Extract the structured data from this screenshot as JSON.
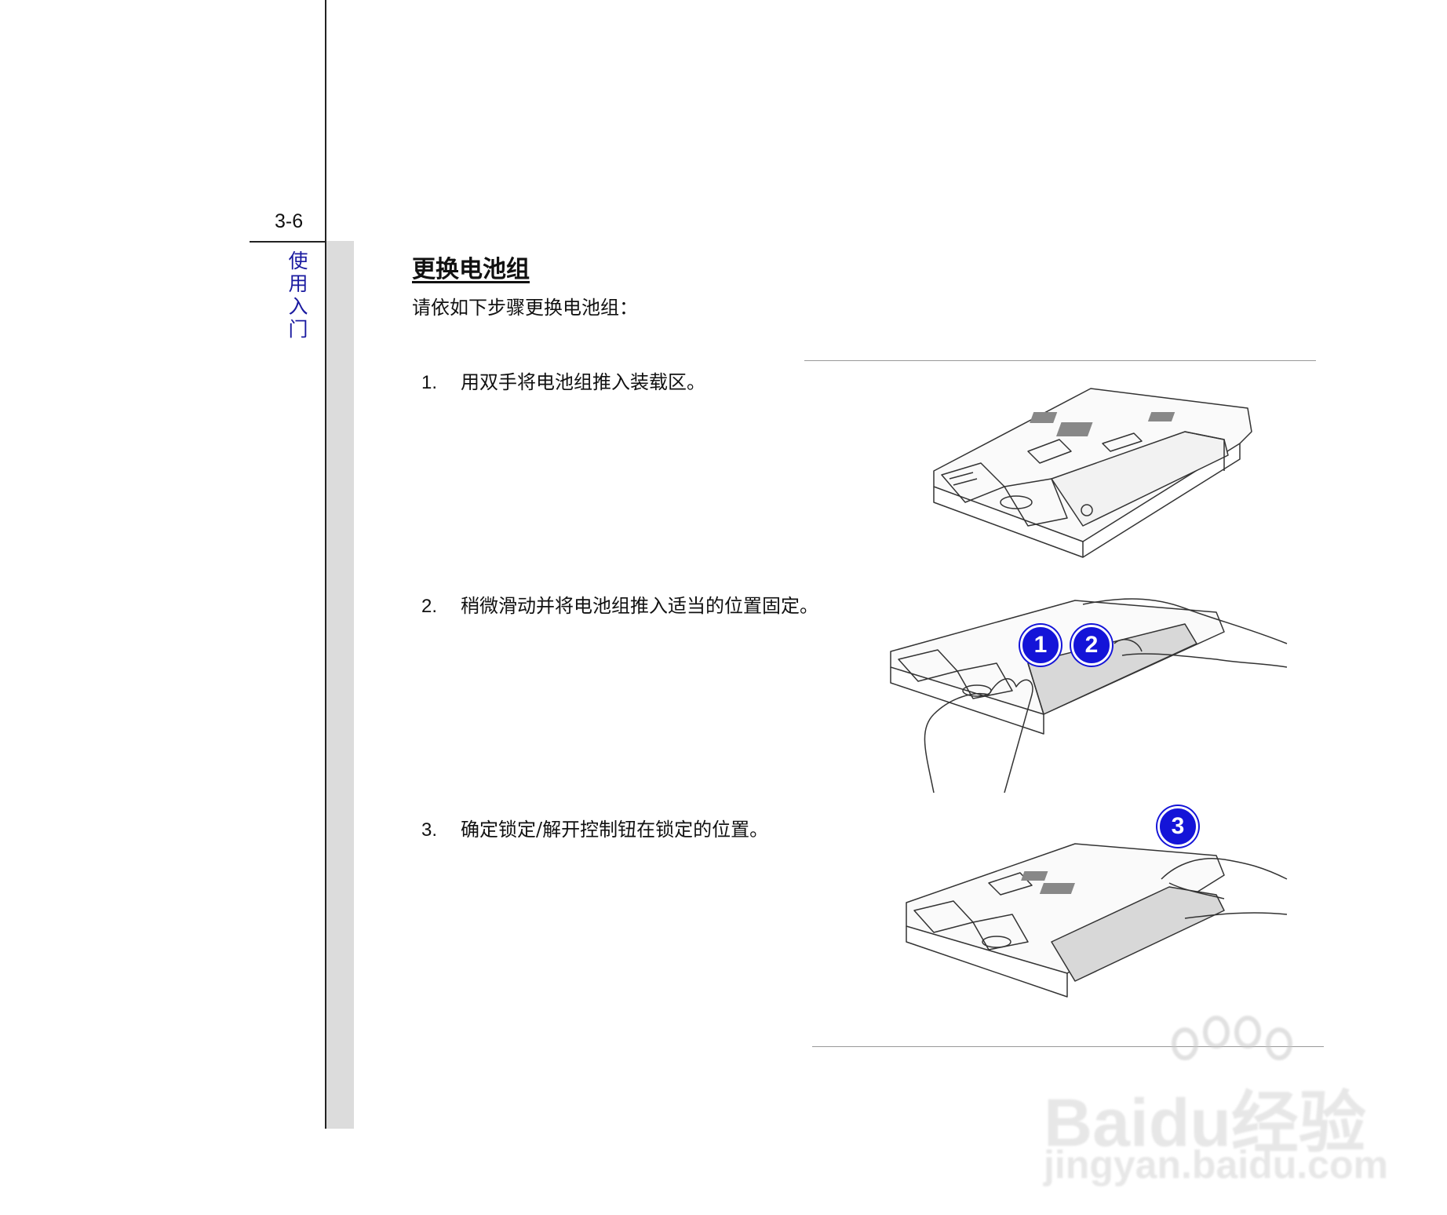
{
  "page": {
    "number": "3-6",
    "side_title": "使用入门",
    "section_title": "更换电池组",
    "intro": "请依如下步骤更换电池组："
  },
  "steps": [
    {
      "num": "1.",
      "text": "用双手将电池组推入装载区。"
    },
    {
      "num": "2.",
      "text": "稍微滑动并将电池组推入适当的位置固定。"
    },
    {
      "num": "3.",
      "text": "确定锁定/解开控制钮在锁定的位置。"
    }
  ],
  "badges": [
    "1",
    "2",
    "3"
  ],
  "watermark": {
    "logo": "Baidu经验",
    "url": "jingyan.baidu.com"
  },
  "colors": {
    "side_title": "#1a1aa0",
    "badge": "#1414d8",
    "strip": "#dcdcdc"
  }
}
